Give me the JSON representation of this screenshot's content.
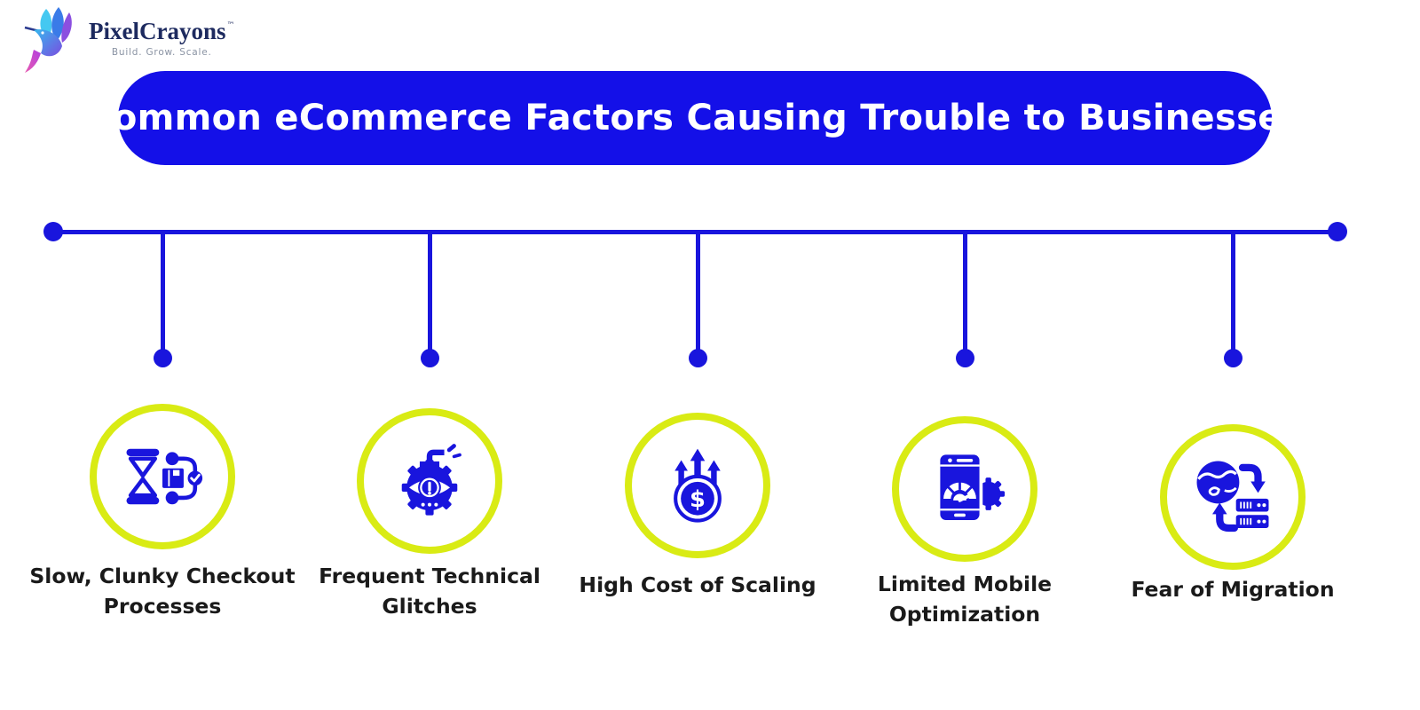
{
  "page": {
    "background": "#ffffff"
  },
  "logo": {
    "brand": "PixelCrayons",
    "trademark": "™",
    "tagline": "Build. Grow. Scale.",
    "icon": "hummingbird-logo-icon"
  },
  "banner": {
    "title": "Common eCommerce Factors Causing Trouble to Businesses",
    "background": "#1410e8",
    "text_color": "#ffffff"
  },
  "colors": {
    "accent_blue": "#1915dd",
    "ring_lime": "#d9eb14",
    "label_text": "#1a1a1a"
  },
  "factors": [
    {
      "label": "Slow, Clunky Checkout\nProcesses",
      "icon": "hourglass-package-checkout-icon"
    },
    {
      "label": "Frequent Technical\nGlitches",
      "icon": "gear-warning-eye-icon"
    },
    {
      "label": "High Cost of Scaling",
      "icon": "dollar-coin-rising-arrows-icon"
    },
    {
      "label": "Limited Mobile\nOptimization",
      "icon": "smartphone-speedometer-gear-icon"
    },
    {
      "label": "Fear of Migration",
      "icon": "globe-server-transfer-icon"
    }
  ]
}
